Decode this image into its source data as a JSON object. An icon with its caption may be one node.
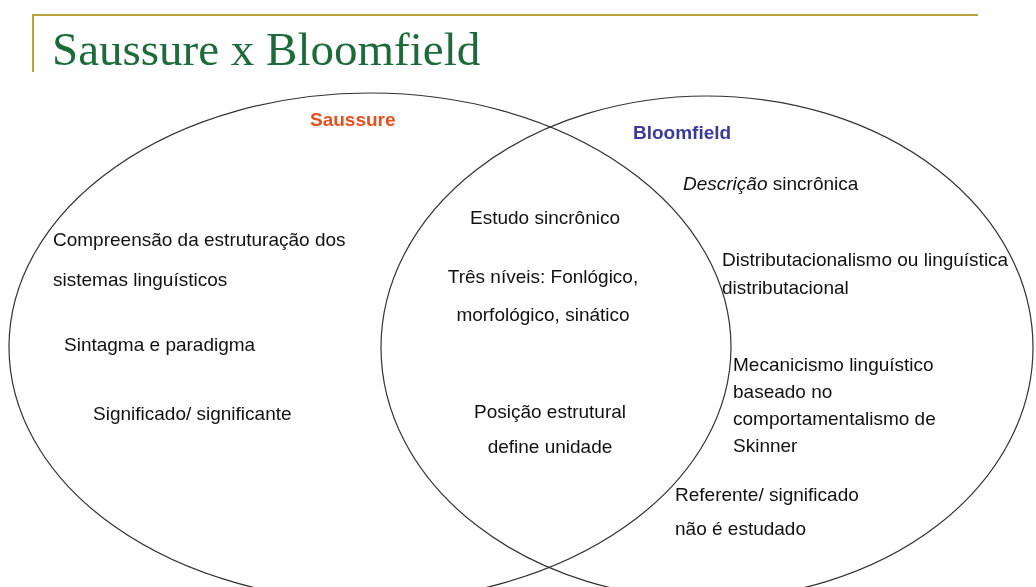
{
  "diagram": {
    "title": "Saussure x Bloomfield",
    "nodes": [
      {
        "text": [
          "Saussure",
          "Compreensão da estruturação dos sistemas linguísticos",
          "Sintagma e paradigma",
          "Significado/ significante"
        ]
      },
      {
        "text": [
          "Bloomfield",
          "*Descrição* sincrônica",
          "Distributacionalismo ou linguística distributacional",
          "Mecanicismo linguístico baseado no comportamentalismo de Skinner",
          "Referente/ significado não é estudado"
        ]
      }
    ],
    "edges": [],
    "labels": [
      "Estudo sincrônico",
      "Três níveis: Fonlógico, morfológico, sinático",
      "Posição estrutural define unidade"
    ]
  }
}
